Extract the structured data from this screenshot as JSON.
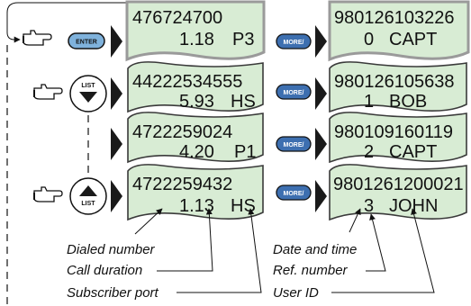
{
  "buttons": {
    "enter": "ENTER",
    "list_down": "LIST",
    "list_up": "LIST",
    "more": "MORE/"
  },
  "calls": [
    {
      "number": "476724700",
      "duration": "1.18",
      "port": "P3"
    },
    {
      "number": "44222534555",
      "duration": "5.93",
      "port": "HS"
    },
    {
      "number": "4722259024",
      "duration": "4.20",
      "port": "P1"
    },
    {
      "number": "4722259432",
      "duration": "1.13",
      "port": "HS"
    }
  ],
  "details": [
    {
      "datetime": "980126103226",
      "ref": "0",
      "user": "CAPT"
    },
    {
      "datetime": "980126105638",
      "ref": "1",
      "user": "BOB"
    },
    {
      "datetime": "980109160119",
      "ref": "2",
      "user": "CAPT"
    },
    {
      "datetime": "9801261200021",
      "ref": "3",
      "user": "JOHN"
    }
  ],
  "labels": {
    "dialed_number": "Dialed number",
    "call_duration": "Call duration",
    "subscriber_port": "Subscriber port",
    "date_time": "Date and time",
    "ref_number": "Ref. number",
    "user_id": "User ID"
  },
  "colors": {
    "display_fill": "#d8ecd4",
    "pill_button": "#3d6fb0",
    "enter_button": "#7fb2dc"
  }
}
